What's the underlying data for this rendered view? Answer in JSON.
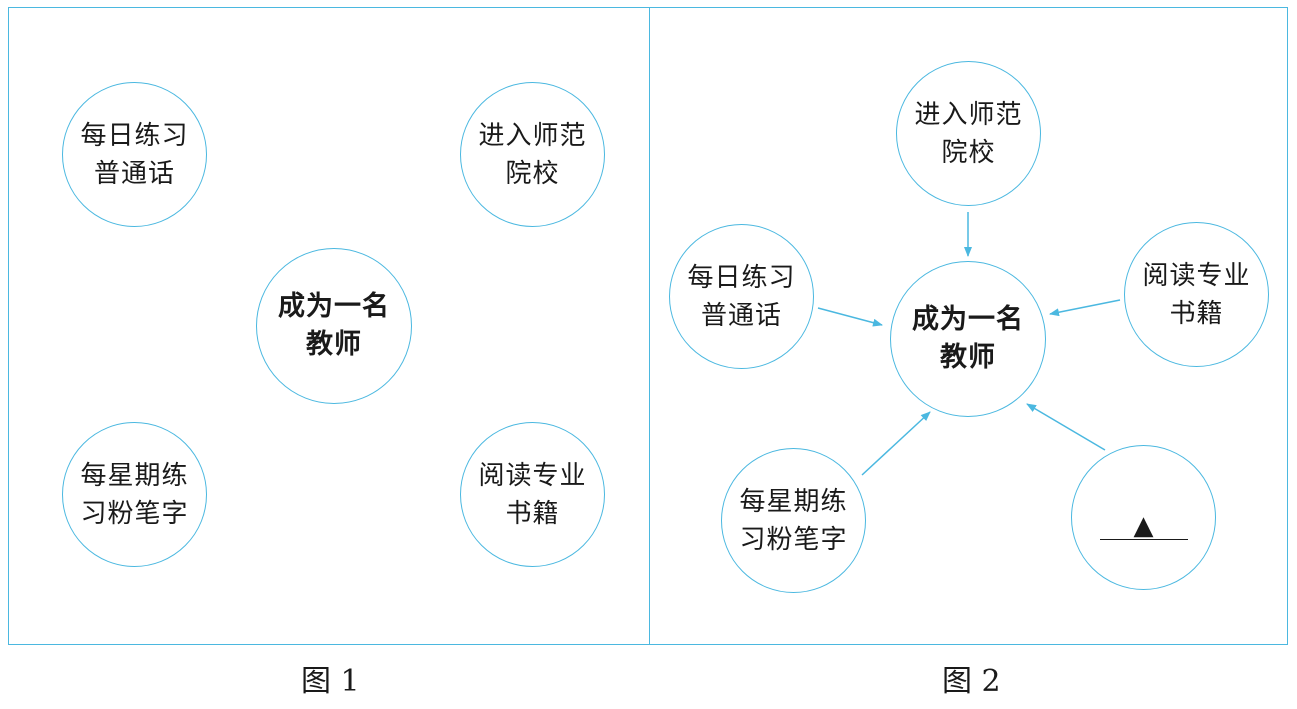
{
  "figure1": {
    "caption": "图 1",
    "center": [
      "成为一名",
      "教师"
    ],
    "nodes": {
      "top_left": [
        "每日练习",
        "普通话"
      ],
      "top_right": [
        "进入师范",
        "院校"
      ],
      "bottom_left": [
        "每星期练",
        "习粉笔字"
      ],
      "bottom_right": [
        "阅读专业",
        "书籍"
      ]
    }
  },
  "figure2": {
    "caption": "图 2",
    "center": [
      "成为一名",
      "教师"
    ],
    "nodes": {
      "top": [
        "进入师范",
        "院校"
      ],
      "left": [
        "每日练习",
        "普通话"
      ],
      "right": [
        "阅读专业",
        "书籍"
      ],
      "bottom_left": [
        "每星期练",
        "习粉笔字"
      ],
      "bottom_right_blank": "▲"
    }
  },
  "colors": {
    "border": "#4bb8e0",
    "arrow": "#4bb8e0",
    "text": "#1a1a1a"
  }
}
